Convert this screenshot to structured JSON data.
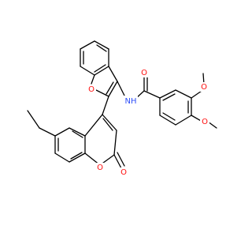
{
  "molecule": {
    "atoms": [
      {
        "id": "o_furan",
        "symbol": "O",
        "color": "#ff0d0d"
      },
      {
        "id": "o_amide",
        "symbol": "O",
        "color": "#ff0d0d"
      },
      {
        "id": "n_amide",
        "symbol": "NH",
        "color": "#3050f8"
      },
      {
        "id": "o_methoxy_top",
        "symbol": "O",
        "color": "#ff0d0d"
      },
      {
        "id": "o_methoxy_bottom",
        "symbol": "O",
        "color": "#ff0d0d"
      },
      {
        "id": "o_ring_coumarin",
        "symbol": "O",
        "color": "#ff0d0d"
      },
      {
        "id": "o_carbonyl_coumarin",
        "symbol": "O",
        "color": "#ff0d0d"
      }
    ],
    "bond_color": "#000000"
  }
}
